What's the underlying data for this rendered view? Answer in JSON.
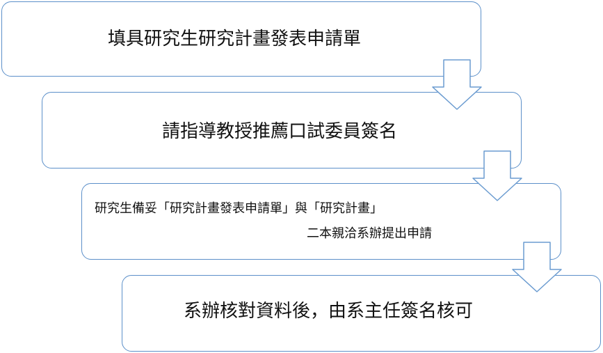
{
  "flow": {
    "steps": [
      {
        "lines": [
          "填具研究生研究計畫發表申請單"
        ]
      },
      {
        "lines": [
          "請指導教授推薦口試委員簽名"
        ]
      },
      {
        "lines": [
          "研究生備妥「研究計畫發表申請單」與「研究計畫」",
          "二本親洽系辦提出申請"
        ]
      },
      {
        "lines": [
          "系辦核對資料後，由系主任簽名核可"
        ]
      }
    ]
  },
  "colors": {
    "border": "#5b8fc9",
    "arrow_stroke": "#6a9bd0",
    "arrow_fill": "#ffffff"
  }
}
